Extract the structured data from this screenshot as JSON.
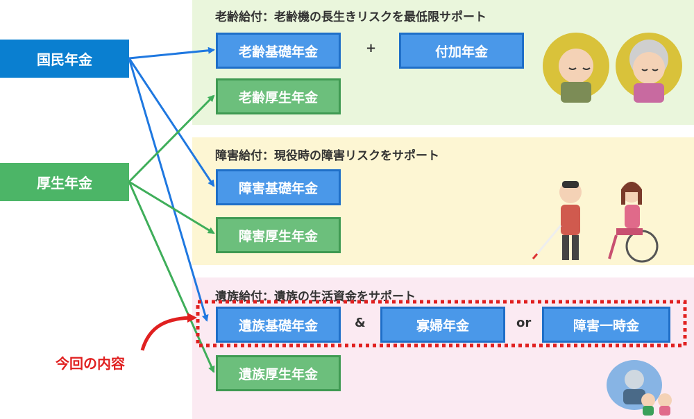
{
  "sources": {
    "kokumin": "国民年金",
    "kosei": "厚生年金"
  },
  "panels": {
    "old_age": {
      "title": "老齢給付：老齢機の長生きリスクを最低限サポート",
      "basic": "老齢基礎年金",
      "plus": "+",
      "addon": "付加年金",
      "employee": "老齢厚生年金"
    },
    "disability": {
      "title": "障害給付：現役時の障害リスクをサポート",
      "basic": "障害基礎年金",
      "employee": "障害厚生年金"
    },
    "survivor": {
      "title": "遺族給付：遺族の生活資金をサポート",
      "basic": "遺族基礎年金",
      "amp": "&",
      "widow": "寡婦年金",
      "or": "or",
      "lump": "障害一時金",
      "employee": "遺族厚生年金"
    }
  },
  "callout": "今回の内容",
  "colors": {
    "kokumin_blue": "#0a7fd0",
    "kosei_green": "#4cb567",
    "box_blue": "#4a98e9",
    "box_green": "#6cbf7c",
    "panel_green": "#eaf6dc",
    "panel_yellow": "#fdf6d3",
    "panel_pink": "#fbeaf2",
    "highlight_red": "#e02020"
  }
}
